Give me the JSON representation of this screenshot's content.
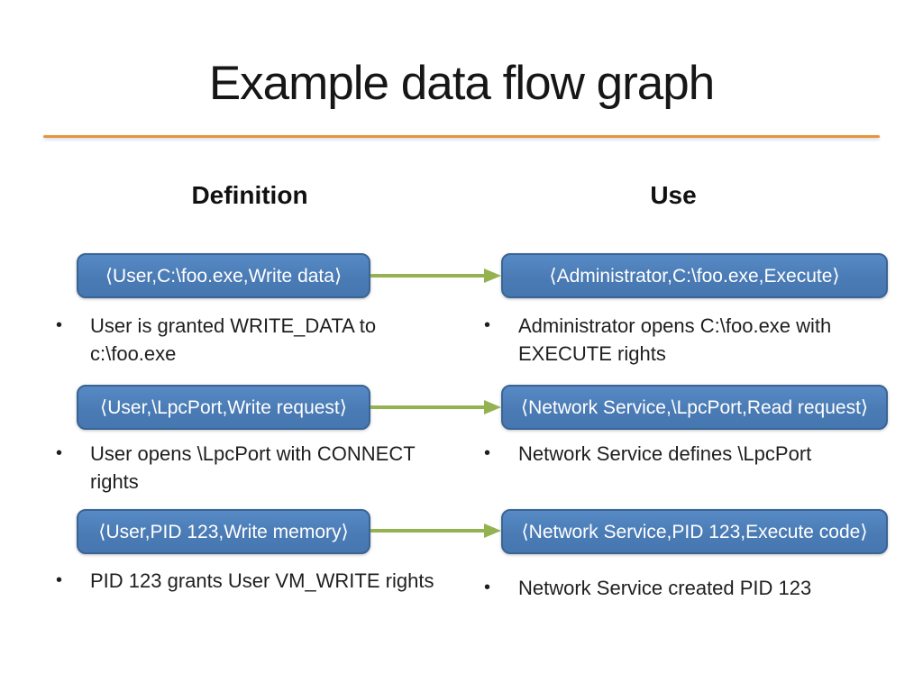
{
  "slide": {
    "title": "Example data flow graph"
  },
  "columns": {
    "definition_header": "Definition",
    "use_header": "Use"
  },
  "ui": {
    "bullet": "•"
  },
  "colors": {
    "box_fill": "#4A7BB5",
    "box_border": "#3A6494",
    "box_text": "#FFFFFF",
    "arrow": "#94B24F",
    "divider": "#E8943C",
    "title_text": "#161616",
    "body_text": "#1F1F1F"
  },
  "rows": [
    {
      "left_box": "⟨User,C:\\foo.exe,Write data⟩",
      "right_box": "⟨Administrator,C:\\foo.exe,Execute⟩",
      "left_note": "User is granted WRITE_DATA to c:\\foo.exe",
      "right_note": "Administrator opens C:\\foo.exe with EXECUTE rights"
    },
    {
      "left_box": "⟨User,\\LpcPort,Write request⟩",
      "right_box": "⟨Network Service,\\LpcPort,Read request⟩",
      "left_note": "User opens \\LpcPort with CONNECT rights",
      "right_note": "Network Service defines \\LpcPort"
    },
    {
      "left_box": "⟨User,PID 123,Write memory⟩",
      "right_box": "⟨Network Service,PID 123,Execute code⟩",
      "left_note": "PID 123 grants User VM_WRITE rights",
      "right_note": "Network Service created PID 123"
    }
  ]
}
